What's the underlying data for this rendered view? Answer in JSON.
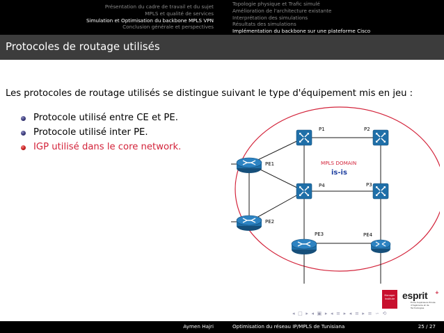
{
  "header": {
    "sections_left": [
      {
        "label": "Présentation du cadre de travail et du sujet",
        "active": false
      },
      {
        "label": "MPLS et qualité de services",
        "active": false
      },
      {
        "label": "Simulation et Optimisation du backbone MPLS VPN",
        "active": true
      },
      {
        "label": "Conclusion générale et perspectives",
        "active": false
      }
    ],
    "subsections_right": [
      {
        "label": "Topologie physique et Trafic simulé",
        "active": false
      },
      {
        "label": "Amélioration de l'architecture existante",
        "active": false
      },
      {
        "label": "Interprétation des simulations",
        "active": false
      },
      {
        "label": "Résultats des simulations",
        "active": false
      },
      {
        "label": "Implémentation du backbone sur une plateforme Cisco",
        "active": true
      }
    ]
  },
  "frame": {
    "title": "Protocoles de routage utilisés",
    "intro": "Les protocoles de routage utilisés se distingue suivant le type d'équipement mis en jeu :",
    "bullets": [
      {
        "text": "Protocole utilisé entre CE et PE.",
        "highlight": false
      },
      {
        "text": "Protocole utilisé inter PE.",
        "highlight": false
      },
      {
        "text": "IGP utilisé dans le core network.",
        "highlight": true
      }
    ]
  },
  "diagram": {
    "domain_label": "MPLS DOMAIN",
    "protocol_label": "is-is",
    "routers": {
      "p1": "P1",
      "p2": "P2",
      "p3": "P3",
      "p4": "P4",
      "pe1": "PE1",
      "pe2": "PE2",
      "pe3": "PE3",
      "pe4": "PE4"
    },
    "router_icon": "router-icon",
    "circle_color": "#d3233a",
    "router_color": "#1f6fa8"
  },
  "logos": {
    "esprim": "Manager Institute",
    "esprit_word": "esprit",
    "esprit_tm": "+",
    "esprit_sub": "École Supérieure Privée d'Ingénierie et de Technologies"
  },
  "navigation": {
    "symbols": "◂ □ ▸ ◂ ▣ ▸ ◂ ≡ ▸ ◂ ≡ ▸ ≡ ∽ ⟲"
  },
  "footer": {
    "author": "Aymen Hajri",
    "title": "Optimisation du réseau IP/MPLS de Tunisiana",
    "page": "25 / 27"
  }
}
